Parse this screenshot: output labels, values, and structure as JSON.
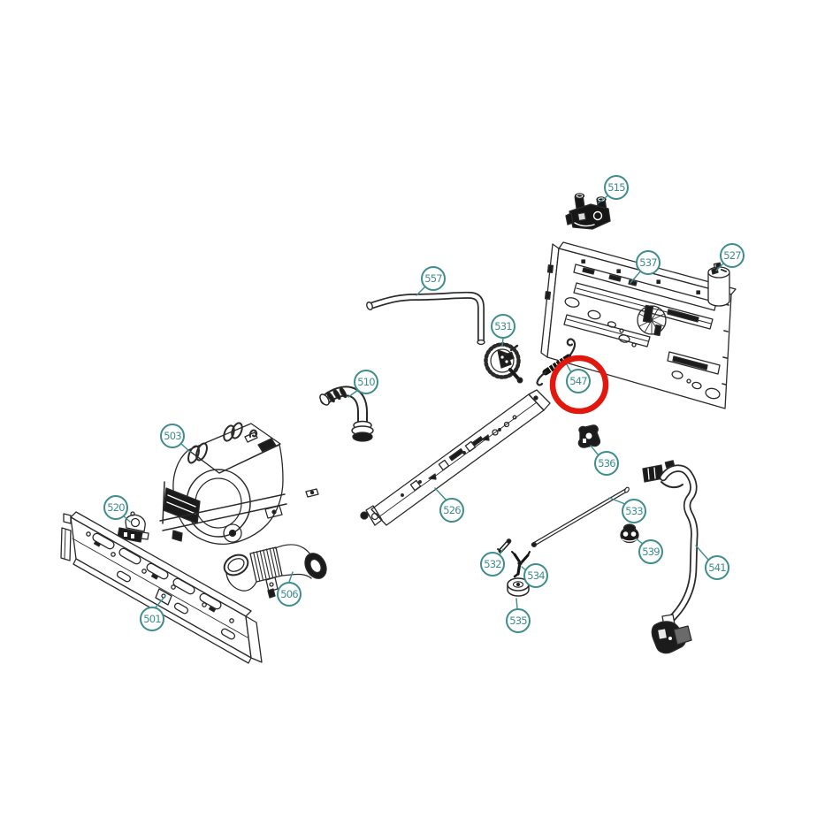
{
  "diagram": {
    "kind": "exploded-parts-diagram",
    "background_color": "#ffffff",
    "line_color": "#2b2a29",
    "accent_color": "#3f8d8d",
    "highlight_color": "#e2180f",
    "highlighted_callout": "547",
    "callouts": [
      {
        "number": "501"
      },
      {
        "number": "503"
      },
      {
        "number": "506"
      },
      {
        "number": "510"
      },
      {
        "number": "515"
      },
      {
        "number": "520"
      },
      {
        "number": "526"
      },
      {
        "number": "527"
      },
      {
        "number": "531"
      },
      {
        "number": "532"
      },
      {
        "number": "533"
      },
      {
        "number": "534"
      },
      {
        "number": "535"
      },
      {
        "number": "536"
      },
      {
        "number": "537"
      },
      {
        "number": "539"
      },
      {
        "number": "541"
      },
      {
        "number": "547"
      },
      {
        "number": "557"
      }
    ]
  }
}
